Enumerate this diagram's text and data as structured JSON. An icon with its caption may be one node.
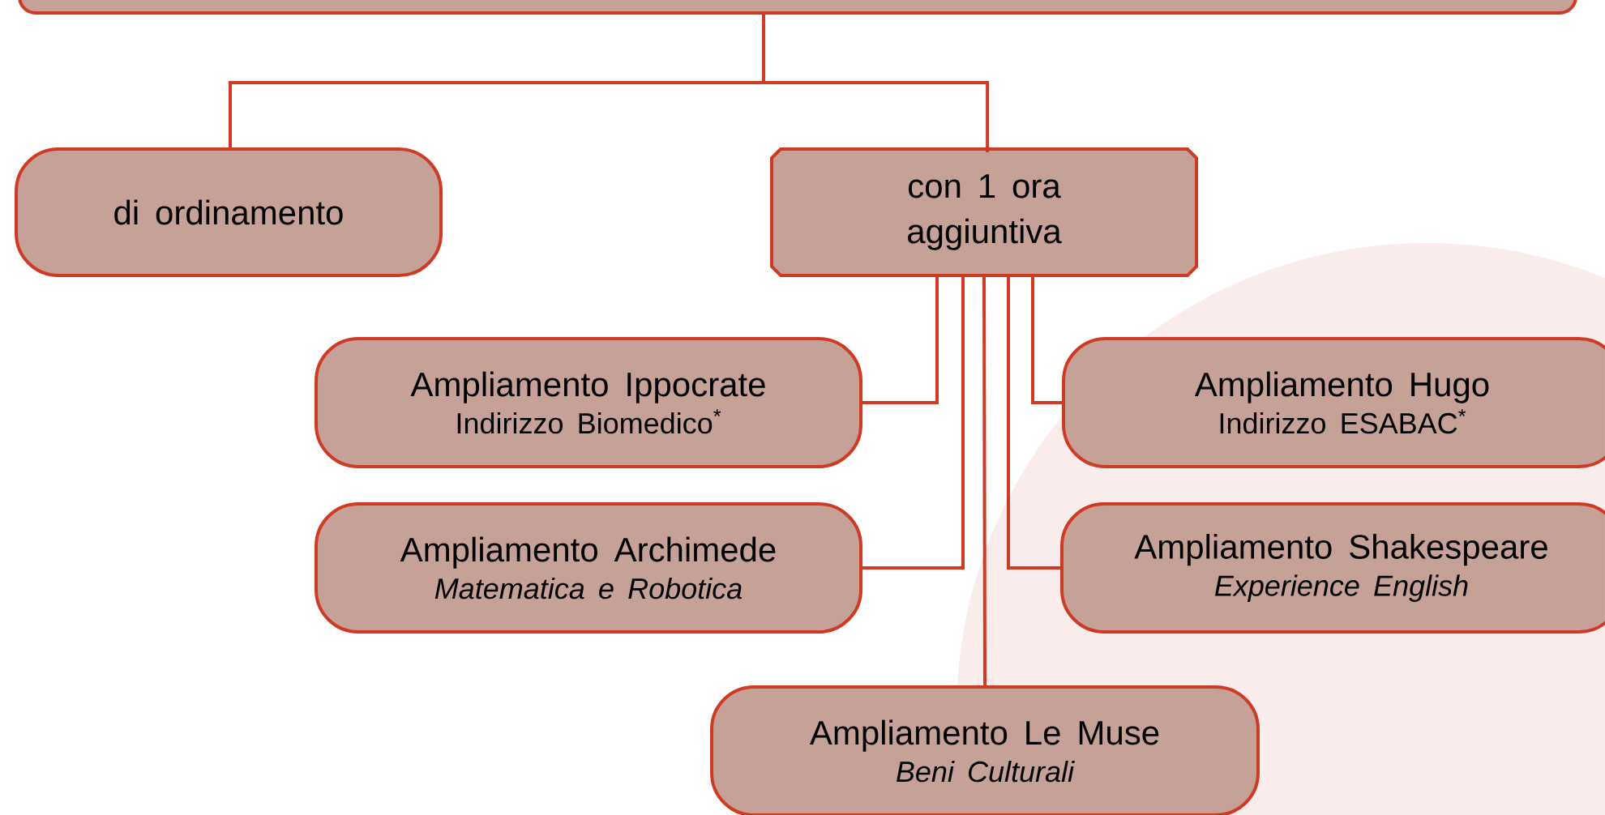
{
  "diagram": {
    "nodes": [
      {
        "text": [],
        "shape": "box"
      },
      {
        "text": [
          "di ordinamento"
        ]
      },
      {
        "text": [
          "con 1 ora aggiuntiva"
        ]
      },
      {
        "text": [
          "Ampliamento Ippocrate",
          "Indirizzo Biomedico$^{*}$"
        ]
      },
      {
        "text": [
          "Ampliamento Hugo",
          "Indirizzo ESABAC$^{*}$"
        ]
      },
      {
        "text": [
          "Ampliamento Archimede",
          "Matematica e Robotica"
        ]
      },
      {
        "text": [
          "Ampliamento Shakespeare",
          "Experience English"
        ]
      },
      {
        "text": [
          "Ampliamento Le Muse",
          "Beni Culturali"
        ]
      }
    ],
    "edges": [
      {
        "from": 0,
        "to": 1,
        "arrow": "none"
      },
      {
        "from": 0,
        "to": 2,
        "arrow": "none"
      },
      {
        "from": 2,
        "to": 3,
        "arrow": "none"
      },
      {
        "from": 2,
        "to": 4,
        "arrow": "none"
      },
      {
        "from": 2,
        "to": 5,
        "arrow": "none"
      },
      {
        "from": 2,
        "to": 6,
        "arrow": "none"
      },
      {
        "from": 2,
        "to": 7,
        "arrow": "none"
      }
    ]
  }
}
